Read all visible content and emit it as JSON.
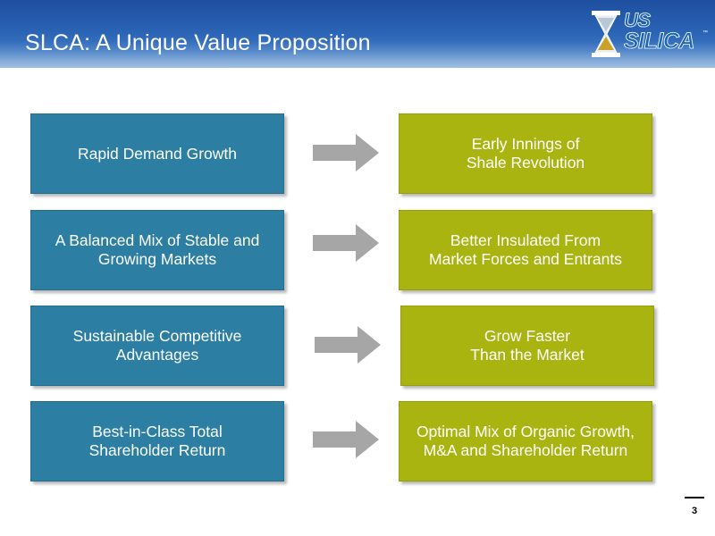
{
  "slide": {
    "title": "SLCA: A Unique Value Proposition",
    "page_number": "3"
  },
  "logo": {
    "line1": "US",
    "line2": "SILICA",
    "trademark": "™"
  },
  "rows": [
    {
      "left": "Rapid Demand Growth",
      "right": "Early Innings of\nShale Revolution"
    },
    {
      "left": "A Balanced Mix of Stable and\nGrowing Markets",
      "right": "Better Insulated From\nMarket Forces and Entrants"
    },
    {
      "left": "Sustainable Competitive\nAdvantages",
      "right": "Grow Faster\nThan the Market"
    },
    {
      "left": "Best-in-Class Total\nShareholder Return",
      "right": "Optimal Mix of Organic Growth,\nM&A and Shareholder Return"
    }
  ],
  "colors": {
    "header_blue": "#2a62b4",
    "left_box": "#2c7fa3",
    "right_box": "#aab411",
    "arrow": "#a6a6a6"
  }
}
